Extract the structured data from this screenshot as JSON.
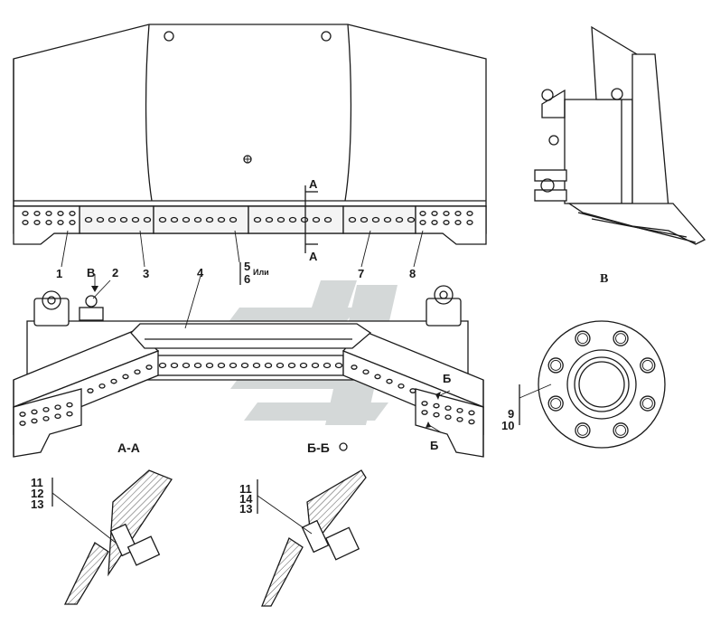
{
  "watermark": {
    "color": "#d4d8d8"
  },
  "colors": {
    "line": "#1a1a1a",
    "hatch": "#555555",
    "segment": "#f4f4f4"
  },
  "labels": {
    "p1": "1",
    "p2": "2",
    "p3": "3",
    "p4": "4",
    "p5": "5",
    "or_word": "Или",
    "p6": "6",
    "p7": "7",
    "p8": "8",
    "p9": "9",
    "p10": "10",
    "arrow_b_left": "В",
    "aa_top": "А",
    "aa_bottom": "А",
    "bb_top": "Б",
    "bb_bottom": "Б"
  },
  "views": {
    "view_v": "В",
    "section_aa": "А-А",
    "section_bb": "Б-Б"
  },
  "section_aa_parts": {
    "p11": "11",
    "p12": "12",
    "p13": "13"
  },
  "section_bb_parts": {
    "p11": "11",
    "p14": "14",
    "p13": "13"
  }
}
